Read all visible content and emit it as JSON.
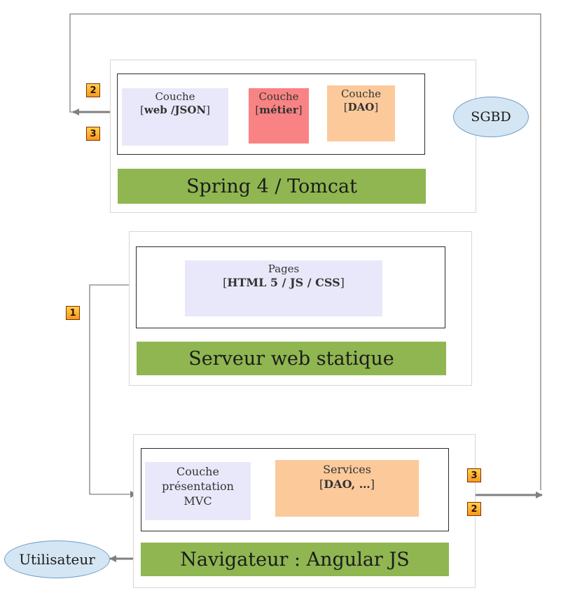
{
  "spring": {
    "web_layer": {
      "line1": "Couche",
      "line2_open": "[",
      "line2_bold": "web /JSON",
      "line2_close": "]"
    },
    "metier_layer": {
      "line1": "Couche",
      "line2_open": "[",
      "line2_bold": "métier",
      "line2_close": "]"
    },
    "dao_layer": {
      "line1": "Couche",
      "line2_open": "[",
      "line2_bold": "DAO",
      "line2_close": "]"
    },
    "footer": "Spring 4 / Tomcat"
  },
  "database": {
    "label": "SGBD"
  },
  "static_server": {
    "pages": {
      "line1": "Pages",
      "line2_open": "[",
      "line2_bold": "HTML 5 / JS / CSS",
      "line2_close": "]"
    },
    "footer": "Serveur web statique"
  },
  "browser": {
    "presentation": {
      "line1": "Couche",
      "line2": "présentation",
      "line3": "MVC"
    },
    "services": {
      "line1": "Services",
      "line2_open": "[",
      "line2_bold": "DAO, …",
      "line2_close": "]"
    },
    "footer": "Navigateur : Angular JS"
  },
  "user": {
    "label": "Utilisateur"
  },
  "badges": {
    "b1": "1",
    "b2_top": "2",
    "b3_top": "3",
    "b3_bottom": "3",
    "b2_bottom": "2"
  },
  "colors": {
    "lavender": "#e8e8fa",
    "red": "#f98384",
    "peach": "#fcc99b",
    "green": "#8fb651",
    "ellipse": "#d4e6f4",
    "arrow": "#808080"
  }
}
